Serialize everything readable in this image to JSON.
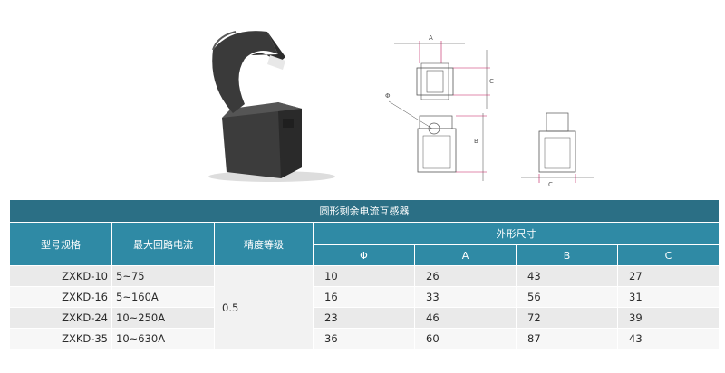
{
  "product": {
    "image_icon": "split-core-current-transformer-photo"
  },
  "drawing": {
    "labels": {
      "a": "A",
      "b": "B",
      "c_top": "C",
      "c_side": "C",
      "phi": "Φ"
    },
    "accent_color": "#c2185b"
  },
  "table": {
    "title": "圆形剩余电流互感器",
    "headers": {
      "model": "型号规格",
      "max_current": "最大回路电流",
      "grade": "精度等级",
      "dimensions": "外形尺寸"
    },
    "dim_headers": [
      "Φ",
      "A",
      "B",
      "C"
    ],
    "rows": [
      {
        "model": "ZXKD-10",
        "current": "5~75",
        "phi": "10",
        "a": "26",
        "b": "43",
        "c": "27"
      },
      {
        "model": "ZXKD-16",
        "current": "5~160A",
        "phi": "16",
        "a": "33",
        "b": "56",
        "c": "31"
      },
      {
        "model": "ZXKD-24",
        "current": "10~250A",
        "phi": "23",
        "a": "46",
        "b": "72",
        "c": "39"
      },
      {
        "model": "ZXKD-35",
        "current": "10~630A",
        "phi": "36",
        "a": "60",
        "b": "87",
        "c": "43"
      }
    ],
    "grade_value": "0.5",
    "colors": {
      "title_bg": "#2b6f85",
      "header_bg": "#2f8aa5"
    }
  }
}
